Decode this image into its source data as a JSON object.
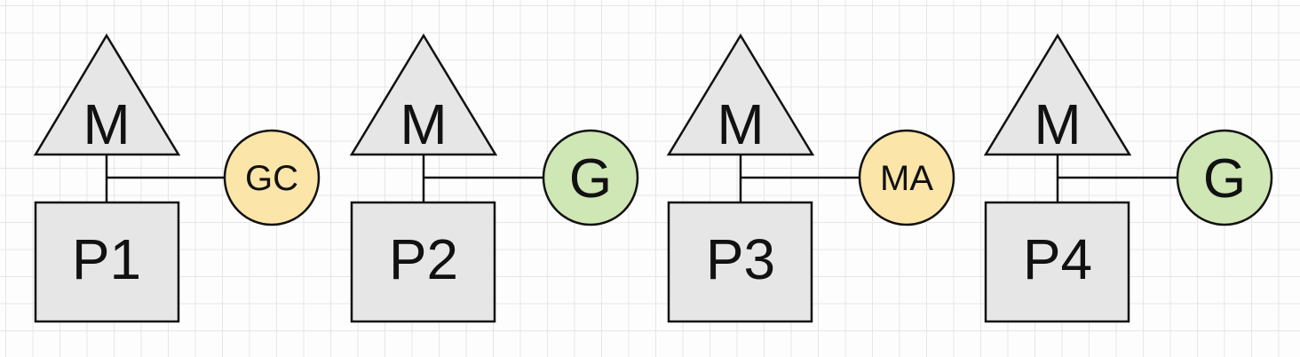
{
  "colors": {
    "shape_fill": "#e6e6e6",
    "stroke": "#111111",
    "circle_yellow": "#fbe5a8",
    "circle_green": "#cfe6b5",
    "grid": "#e6e6e6"
  },
  "units": [
    {
      "machine": "M",
      "processor": "P1",
      "goroutine": "GC",
      "goroutine_color": "yellow"
    },
    {
      "machine": "M",
      "processor": "P2",
      "goroutine": "G",
      "goroutine_color": "green"
    },
    {
      "machine": "M",
      "processor": "P3",
      "goroutine": "MA",
      "goroutine_color": "yellow"
    },
    {
      "machine": "M",
      "processor": "P4",
      "goroutine": "G",
      "goroutine_color": "green"
    }
  ]
}
